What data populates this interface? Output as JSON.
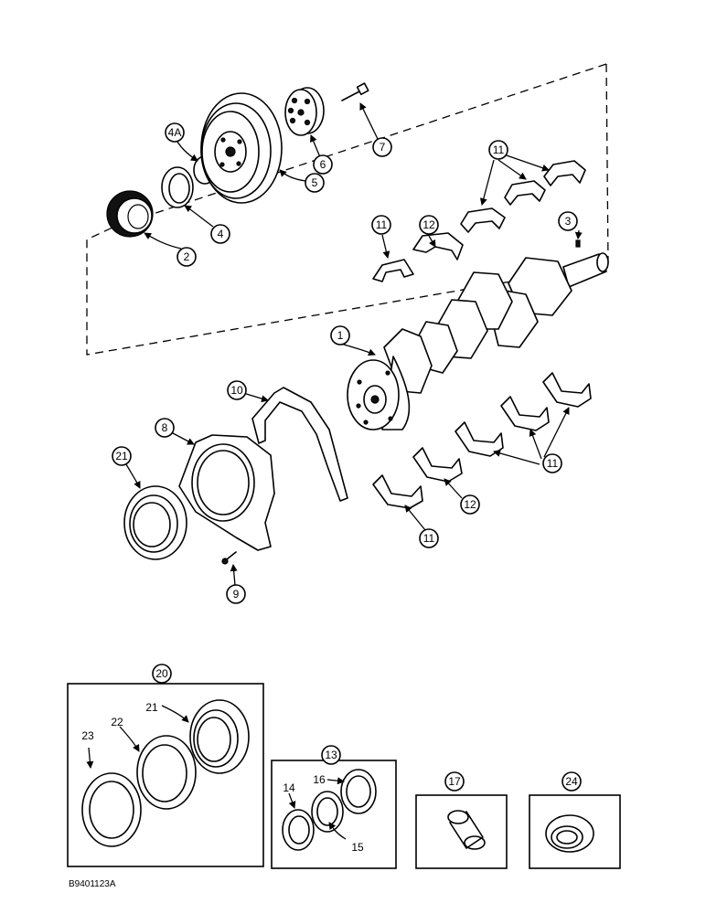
{
  "figure_code": "B9401123A",
  "callouts": {
    "c1": "1",
    "c2": "2",
    "c3": "3",
    "c4": "4",
    "c4a": "4A",
    "c5": "5",
    "c6": "6",
    "c7": "7",
    "c8": "8",
    "c9": "9",
    "c10": "10",
    "c11a": "11",
    "c11b": "11",
    "c11c": "11",
    "c11d": "11",
    "c12a": "12",
    "c12b": "12",
    "c13": "13",
    "c14": "14",
    "c15": "15",
    "c16": "16",
    "c17": "17",
    "c20": "20",
    "c21a": "21",
    "c21b": "21",
    "c22": "22",
    "c23": "23",
    "c24": "24"
  }
}
